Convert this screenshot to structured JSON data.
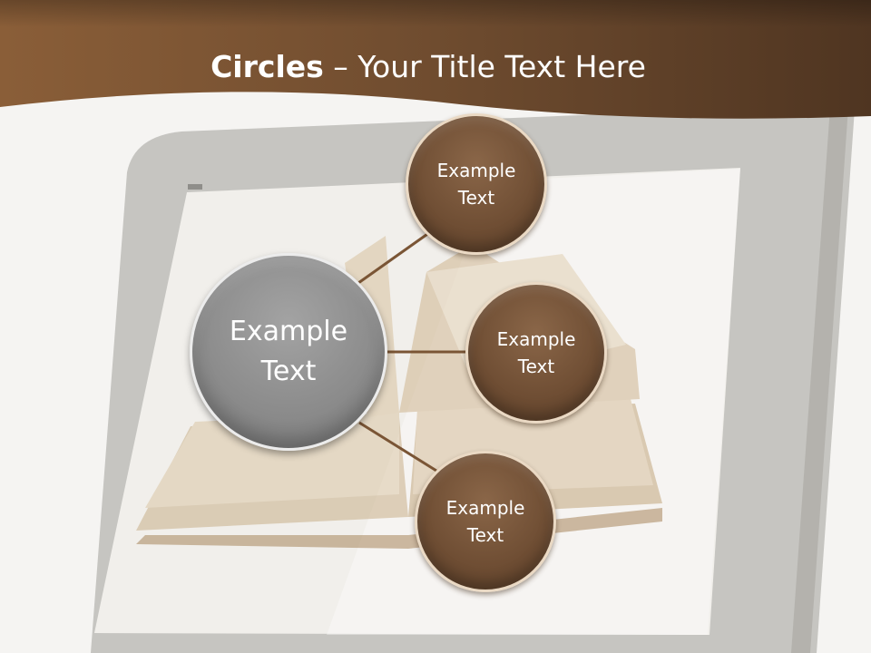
{
  "title": {
    "bold": "Circles",
    "rest": " – Your Title Text Here"
  },
  "diagram": {
    "center": {
      "label": "Example Text"
    },
    "nodes": [
      {
        "label": "Example Text"
      },
      {
        "label": "Example Text"
      },
      {
        "label": "Example Text"
      }
    ]
  },
  "colors": {
    "header": "#6b4a2e",
    "node_fill": "#6e4d33",
    "center_fill": "#8a8a8a",
    "connector": "#7a5535"
  }
}
